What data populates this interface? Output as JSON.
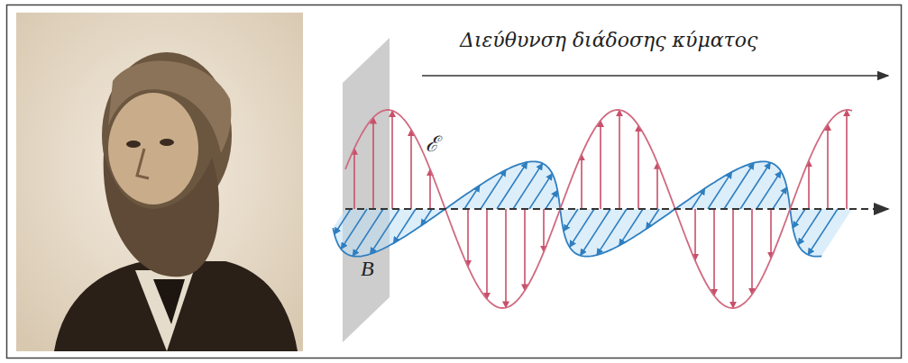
{
  "diagram": {
    "labels": [
      "Διεύθυνση διάδοσης κύματος",
      "ℰ",
      "B"
    ]
  }
}
